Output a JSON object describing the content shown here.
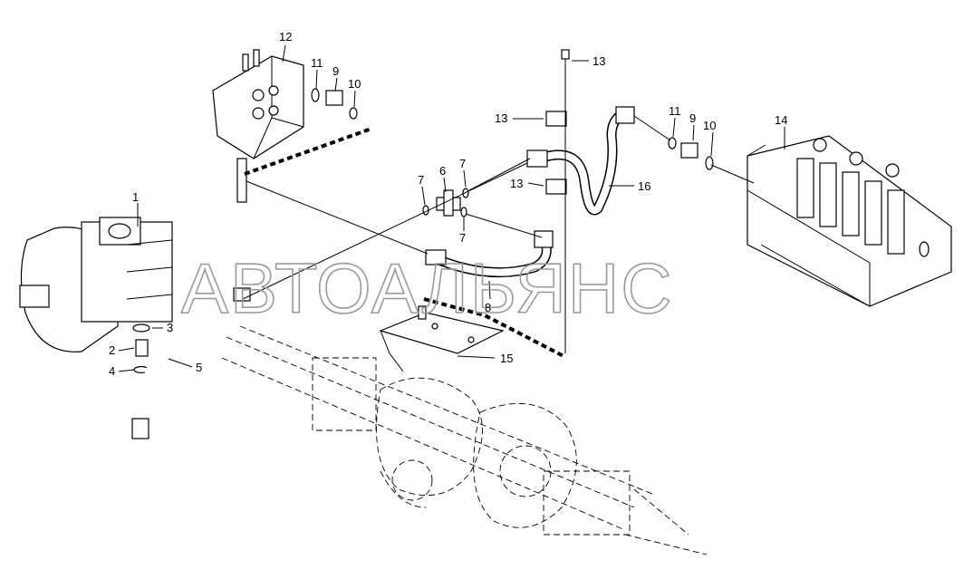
{
  "watermark": "АВТОАЛЬЯНС",
  "callouts": {
    "c1": "1",
    "c2": "2",
    "c3": "3",
    "c4": "4",
    "c5": "5",
    "c6": "6",
    "c7a": "7",
    "c7b": "7",
    "c7c": "7",
    "c8": "8",
    "c9a": "9",
    "c9b": "9",
    "c10a": "10",
    "c10b": "10",
    "c11a": "11",
    "c11b": "11",
    "c12": "12",
    "c13a": "13",
    "c13b": "13",
    "c13c": "13",
    "c14": "14",
    "c15": "15",
    "c16": "16"
  }
}
